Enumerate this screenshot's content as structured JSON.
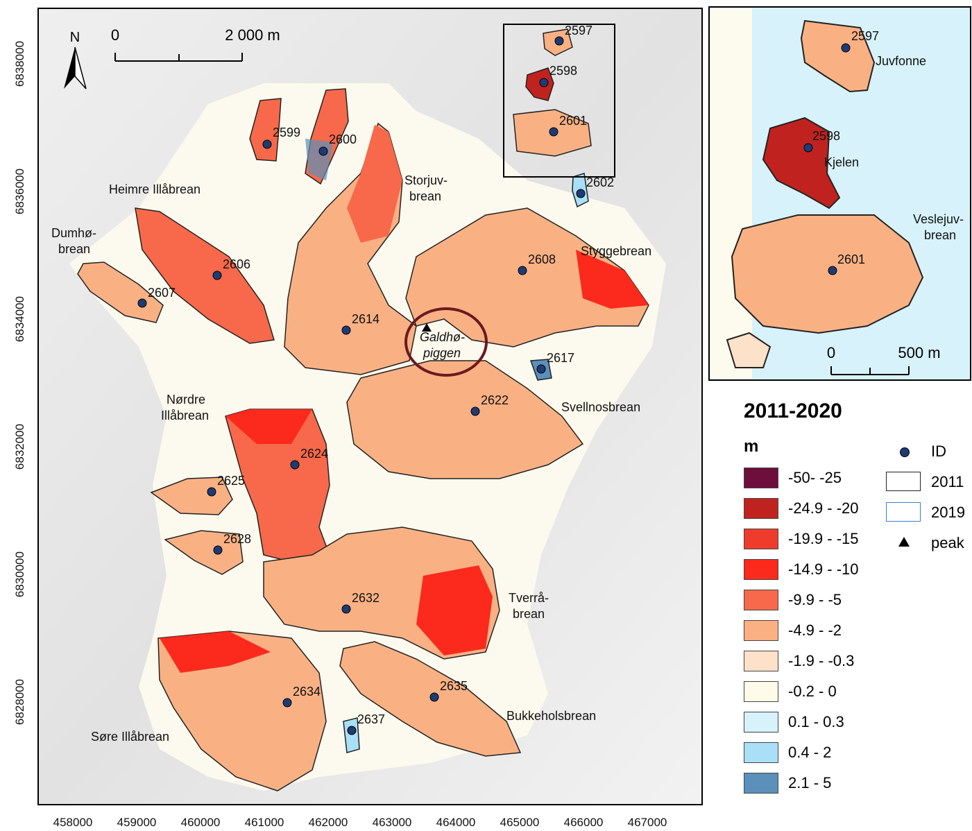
{
  "map": {
    "north_label": "N",
    "scale_bar": {
      "start": "0",
      "end": "2 000 m"
    },
    "inset_scale_bar": {
      "start": "0",
      "end": "500 m"
    },
    "x_ticks": [
      "458000",
      "459000",
      "460000",
      "461000",
      "462000",
      "463000",
      "464000",
      "465000",
      "466000",
      "467000"
    ],
    "y_ticks": [
      "6838000",
      "6836000",
      "6834000",
      "6832000",
      "6830000",
      "6828000"
    ],
    "glacier_names": [
      "Heimre Illåbrean",
      "Dumhø-",
      "brean",
      "Storjuv-",
      "brean",
      "Styggebrean",
      "Nørdre",
      "Illåbrean",
      "Svellnosbrean",
      "Tverrå-",
      "brean",
      "Bukkeholsbrean",
      "Søre Illåbrean"
    ],
    "peak_label": [
      "Galdhø-",
      "piggen"
    ],
    "glacier_ids": [
      "2597",
      "2598",
      "2601",
      "2602",
      "2599",
      "2600",
      "2606",
      "2607",
      "2608",
      "2614",
      "2617",
      "2622",
      "2624",
      "2625",
      "2628",
      "2632",
      "2634",
      "2635",
      "2637"
    ],
    "inset": {
      "ids": [
        "2597",
        "2598",
        "2601"
      ],
      "names": [
        "Juvfonne",
        "Kjelen",
        "Veslejuv-",
        "brean"
      ]
    }
  },
  "legend": {
    "title": "2011-2020",
    "unit": "m",
    "classes": [
      {
        "label": "-50- -25",
        "color": "#6e0e3d"
      },
      {
        "label": "-24.9 - -20",
        "color": "#c0231f"
      },
      {
        "label": "-19.9 - -15",
        "color": "#ef3b2b"
      },
      {
        "label": "-14.9 - -10",
        "color": "#fb2a1c"
      },
      {
        "label": "-9.9 - -5",
        "color": "#f7694a"
      },
      {
        "label": "-4.9 - -2",
        "color": "#f9b184"
      },
      {
        "label": "-1.9 - -0.3",
        "color": "#fde1c9"
      },
      {
        "label": "-0.2 - 0",
        "color": "#fefbe8"
      },
      {
        "label": "0.1 - 0.3",
        "color": "#d7f2fb"
      },
      {
        "label": "0.4 - 2",
        "color": "#a9e0f7"
      },
      {
        "label": "2.1 - 5",
        "color": "#5b90bb"
      }
    ],
    "symbols": [
      {
        "label": "ID",
        "type": "dot",
        "color": "#1f3b73"
      },
      {
        "label": "2011",
        "type": "outline",
        "color": "#222222"
      },
      {
        "label": "2019",
        "type": "outline",
        "color": "#3b7fd1"
      },
      {
        "label": "peak",
        "type": "triangle",
        "color": "#000000"
      }
    ]
  }
}
